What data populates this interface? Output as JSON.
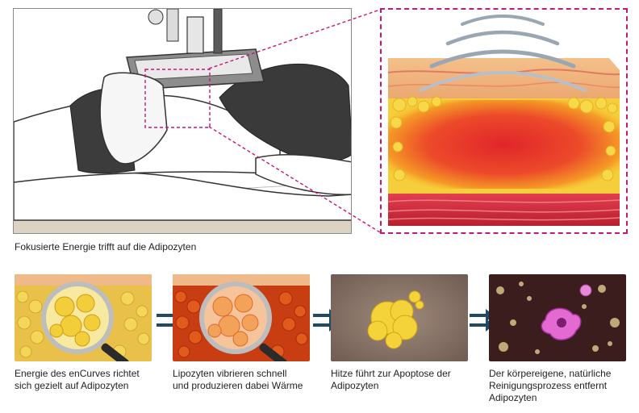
{
  "main_caption": "Fokusierte Energie trifft auf die Adipozyten",
  "steps": [
    {
      "text_line1": "Energie des enCurves richtet",
      "text_line2": "sich gezielt auf Adipozyten",
      "text_line3": ""
    },
    {
      "text_line1": "Lipozyten vibrieren schnell",
      "text_line2": "und produzieren dabei Wärme",
      "text_line3": ""
    },
    {
      "text_line1": "Hitze führt zur Apoptose der",
      "text_line2": "Adipozyten",
      "text_line3": ""
    },
    {
      "text_line1": "Der körpereigene, natürliche",
      "text_line2": "Reinigungsprozess entfernt",
      "text_line3": "Adipozyten"
    }
  ],
  "colors": {
    "dashed_border": "#c2187a",
    "arrow": "#1f4a66",
    "fat_yellow": "#f2c21a",
    "heat_red": "#e53a2a"
  }
}
